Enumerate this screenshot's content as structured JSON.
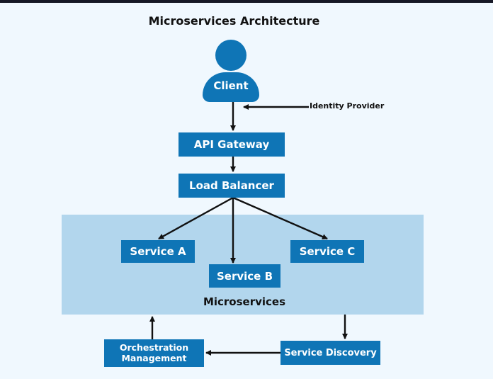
{
  "title": "Microservices Architecture",
  "client": {
    "label": "Client",
    "icon": "user-icon"
  },
  "identity_provider": "Identity Provider",
  "api_gateway": "API Gateway",
  "load_balancer": "Load Balancer",
  "services": {
    "a": "Service A",
    "b": "Service B",
    "c": "Service C"
  },
  "microservices_label": "Microservices",
  "orchestration": {
    "line1": "Orchestration",
    "line2": "Management"
  },
  "service_discovery": "Service Discovery",
  "colors": {
    "node_blue": "#0f75b6",
    "microservices_area": "#b2d6ed",
    "background": "#f0f8fe",
    "arrow": "#111111"
  }
}
